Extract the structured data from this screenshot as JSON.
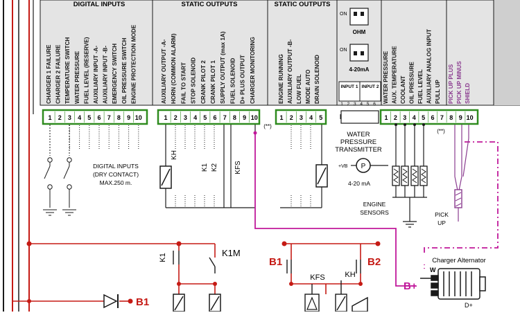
{
  "digital_inputs": {
    "header": "DIGITAL INPUTS",
    "labels": [
      "CHARGER 1 FAILURE",
      "CHARGER 2 FAILURE",
      "TEMPERATURE SWITCH",
      "WATER PRESSURE",
      "FUEL LEVEL (RESERVE)",
      "AUXILIARY INPUT -A-",
      "AUXILIARY INPUT -B-",
      "EMERGENCY SWITCH",
      "OIL PRESSURE SWITCH",
      "ENGINE PROTECTION MODE"
    ],
    "terminals": [
      "1",
      "2",
      "3",
      "4",
      "5",
      "6",
      "7",
      "8",
      "9",
      "10"
    ],
    "note_line1": "DIGITAL INPUTS",
    "note_line2": "(DRY CONTACT)",
    "note_line3": "MAX.250 m."
  },
  "static_outputs_1": {
    "header": "STATIC OUTPUTS",
    "labels": [
      "AUXILIARY OUTPUT -A-",
      "HORN (COMMON ALARM)",
      "FAIL TO START",
      "STOP SOLENOID",
      "CRANK PILOT 2",
      "CRANK PILOT 1",
      "SUPPLY OUTPUT (max 1A)",
      "FUEL SOLENOID",
      "D+ PLUS OUTPUT",
      "CHARGER MONITORING"
    ],
    "terminals": [
      "1",
      "2",
      "3",
      "4",
      "5",
      "6",
      "7",
      "8",
      "9",
      "10"
    ],
    "relays": [
      "KH",
      "K1",
      "K2",
      "KFS"
    ]
  },
  "static_outputs_2": {
    "header": "STATIC OUTPUTS",
    "labels": [
      "ENGINE RUNNING",
      "AUXILIARY OUTPUT -B-",
      "LOW FUEL",
      "MODE AUTO",
      "DRAIN SOLENOID"
    ],
    "terminals": [
      "1",
      "2",
      "3",
      "4",
      "5"
    ],
    "note": "(**)"
  },
  "input_config": {
    "switch1_on": "ON",
    "switch1_label": "OHM",
    "switch2_on": "ON",
    "switch2_label": "4-20mA",
    "input1": "INPUT 1",
    "input2": "INPUT 2",
    "pins": [
      "1",
      "2",
      "3",
      "4",
      "5",
      "6"
    ]
  },
  "analog_inputs": {
    "labels": [
      "WATER PRESSURE",
      "AUX. TEMPERATURE",
      "COOLANT",
      "OIL PRESSURE",
      "FUEL LEVEL",
      "AUXILIARY ANALOG INPUT",
      "PULL UP"
    ],
    "pickup_labels": [
      "PICK UP PLUS",
      "PICK UP MINUS",
      "SHIELD"
    ],
    "terminals": [
      "1",
      "2",
      "3",
      "4",
      "5",
      "6",
      "7",
      "8",
      "9",
      "10"
    ],
    "note": "(**)"
  },
  "transmitter": {
    "line1": "WATER",
    "line2": "PRESSURE",
    "line3": "TRANSMITTER",
    "vb": "+VB",
    "p": "P",
    "range": "4-20 mA"
  },
  "engine_sensors": {
    "line1": "ENGINE",
    "line2": "SENSORS"
  },
  "pickup": {
    "line1": "PICK",
    "line2": "UP"
  },
  "lower_circuit": {
    "k1": "K1",
    "k1m": "K1M",
    "b1": "B1",
    "b1_diode": "B1",
    "b2": "B2",
    "kfs": "KFS",
    "kh": "KH",
    "bplus": "B+",
    "charger": "Charger Alternator",
    "w": "W",
    "dplus": "D+"
  },
  "colors": {
    "terminal_strip": "#2e8b1e",
    "wire_magenta": "#c0189a",
    "wire_red": "#c51a14",
    "pickup_purple": "#8a3b8f"
  }
}
